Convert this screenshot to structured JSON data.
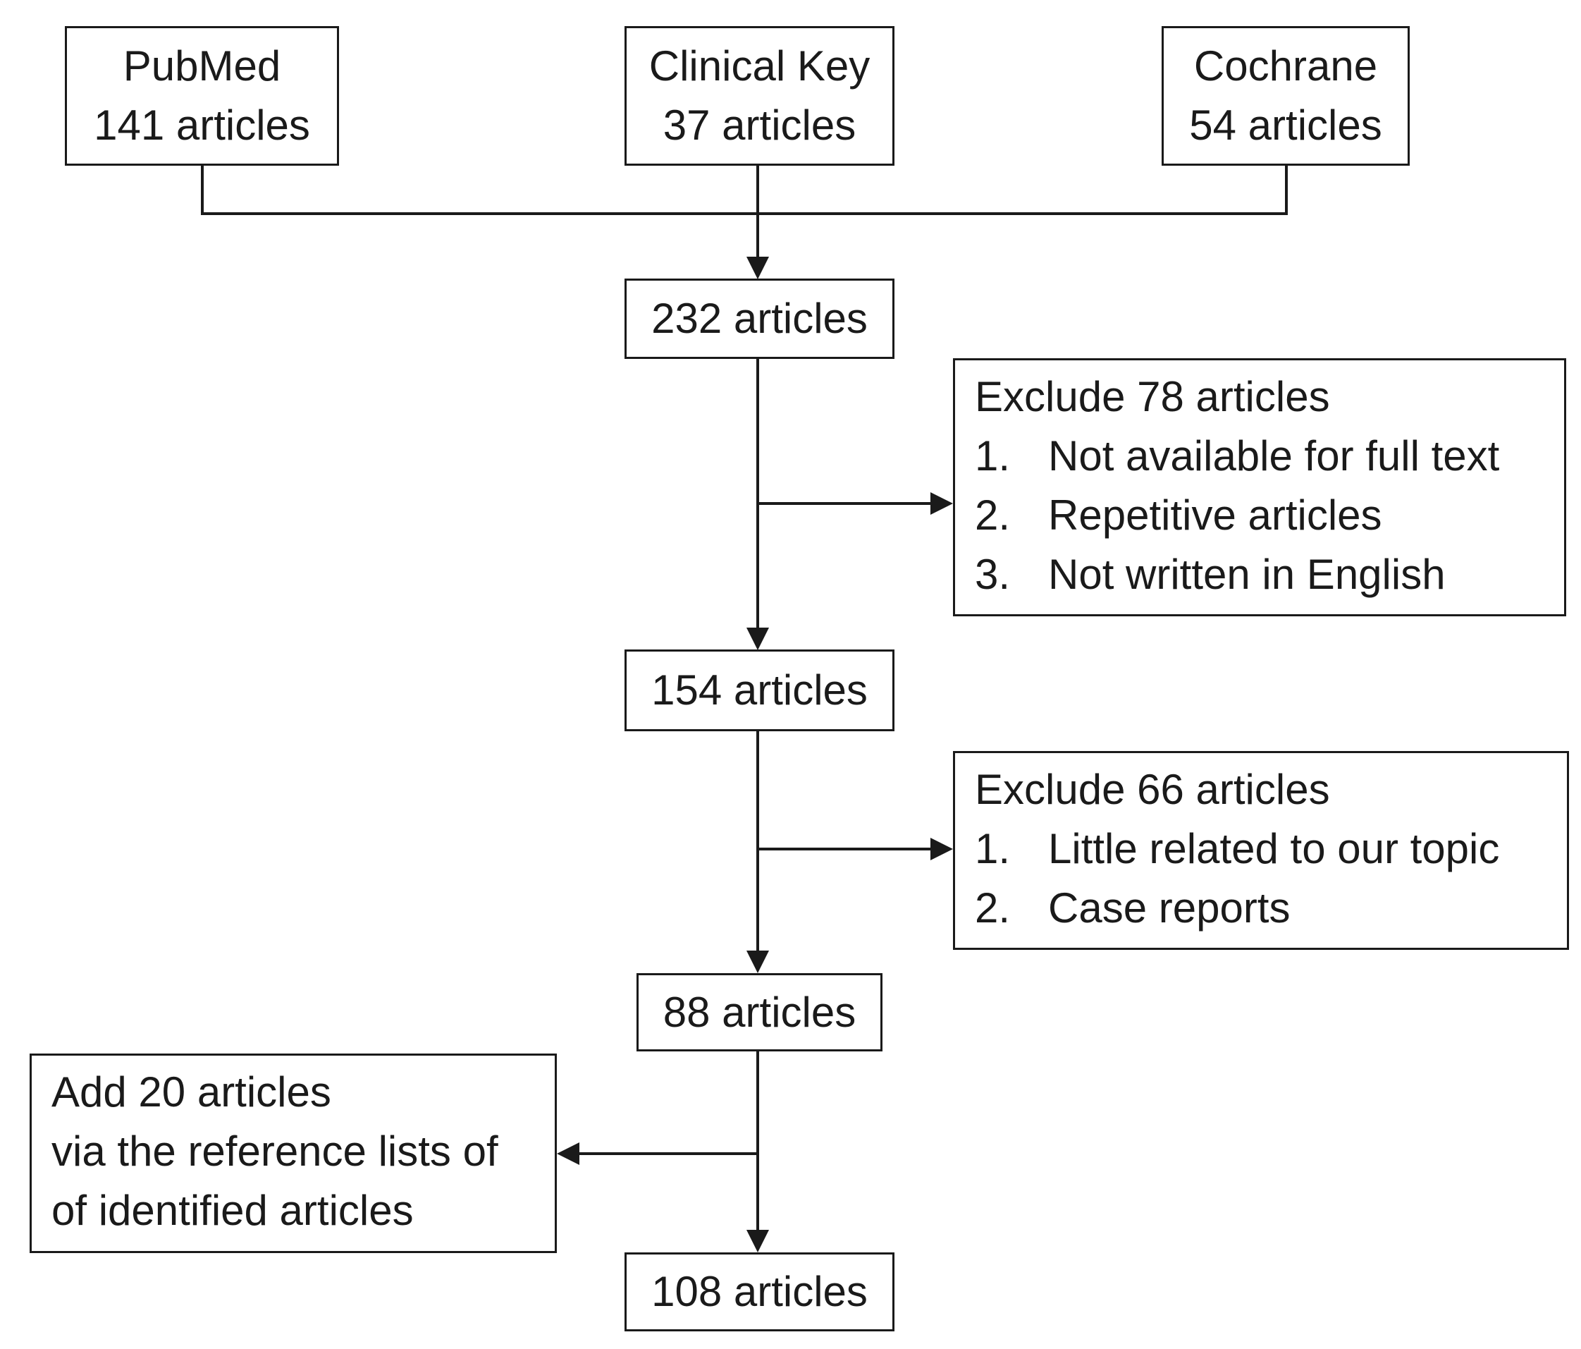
{
  "sources": [
    {
      "name": "PubMed",
      "count": "141 articles"
    },
    {
      "name": "Clinical Key",
      "count": "37 articles"
    },
    {
      "name": "Cochrane",
      "count": "54 articles"
    }
  ],
  "steps": {
    "merged": "232 articles",
    "after_first_exclusion": "154 articles",
    "after_second_exclusion": "88 articles",
    "final": "108 articles"
  },
  "exclusion_1": {
    "title": "Exclude 78 articles",
    "items": [
      {
        "num": "1.",
        "text": "Not available for full text"
      },
      {
        "num": "2.",
        "text": "Repetitive articles"
      },
      {
        "num": "3.",
        "text": "Not written in English"
      }
    ]
  },
  "exclusion_2": {
    "title": "Exclude 66 articles",
    "items": [
      {
        "num": "1.",
        "text": "Little related to our topic"
      },
      {
        "num": "2.",
        "text": "Case reports"
      }
    ]
  },
  "addition": {
    "lines": [
      "Add 20 articles",
      "via the reference lists of",
      "of identified articles"
    ]
  },
  "colors": {
    "stroke": "#1a1a1a",
    "background": "#ffffff"
  }
}
